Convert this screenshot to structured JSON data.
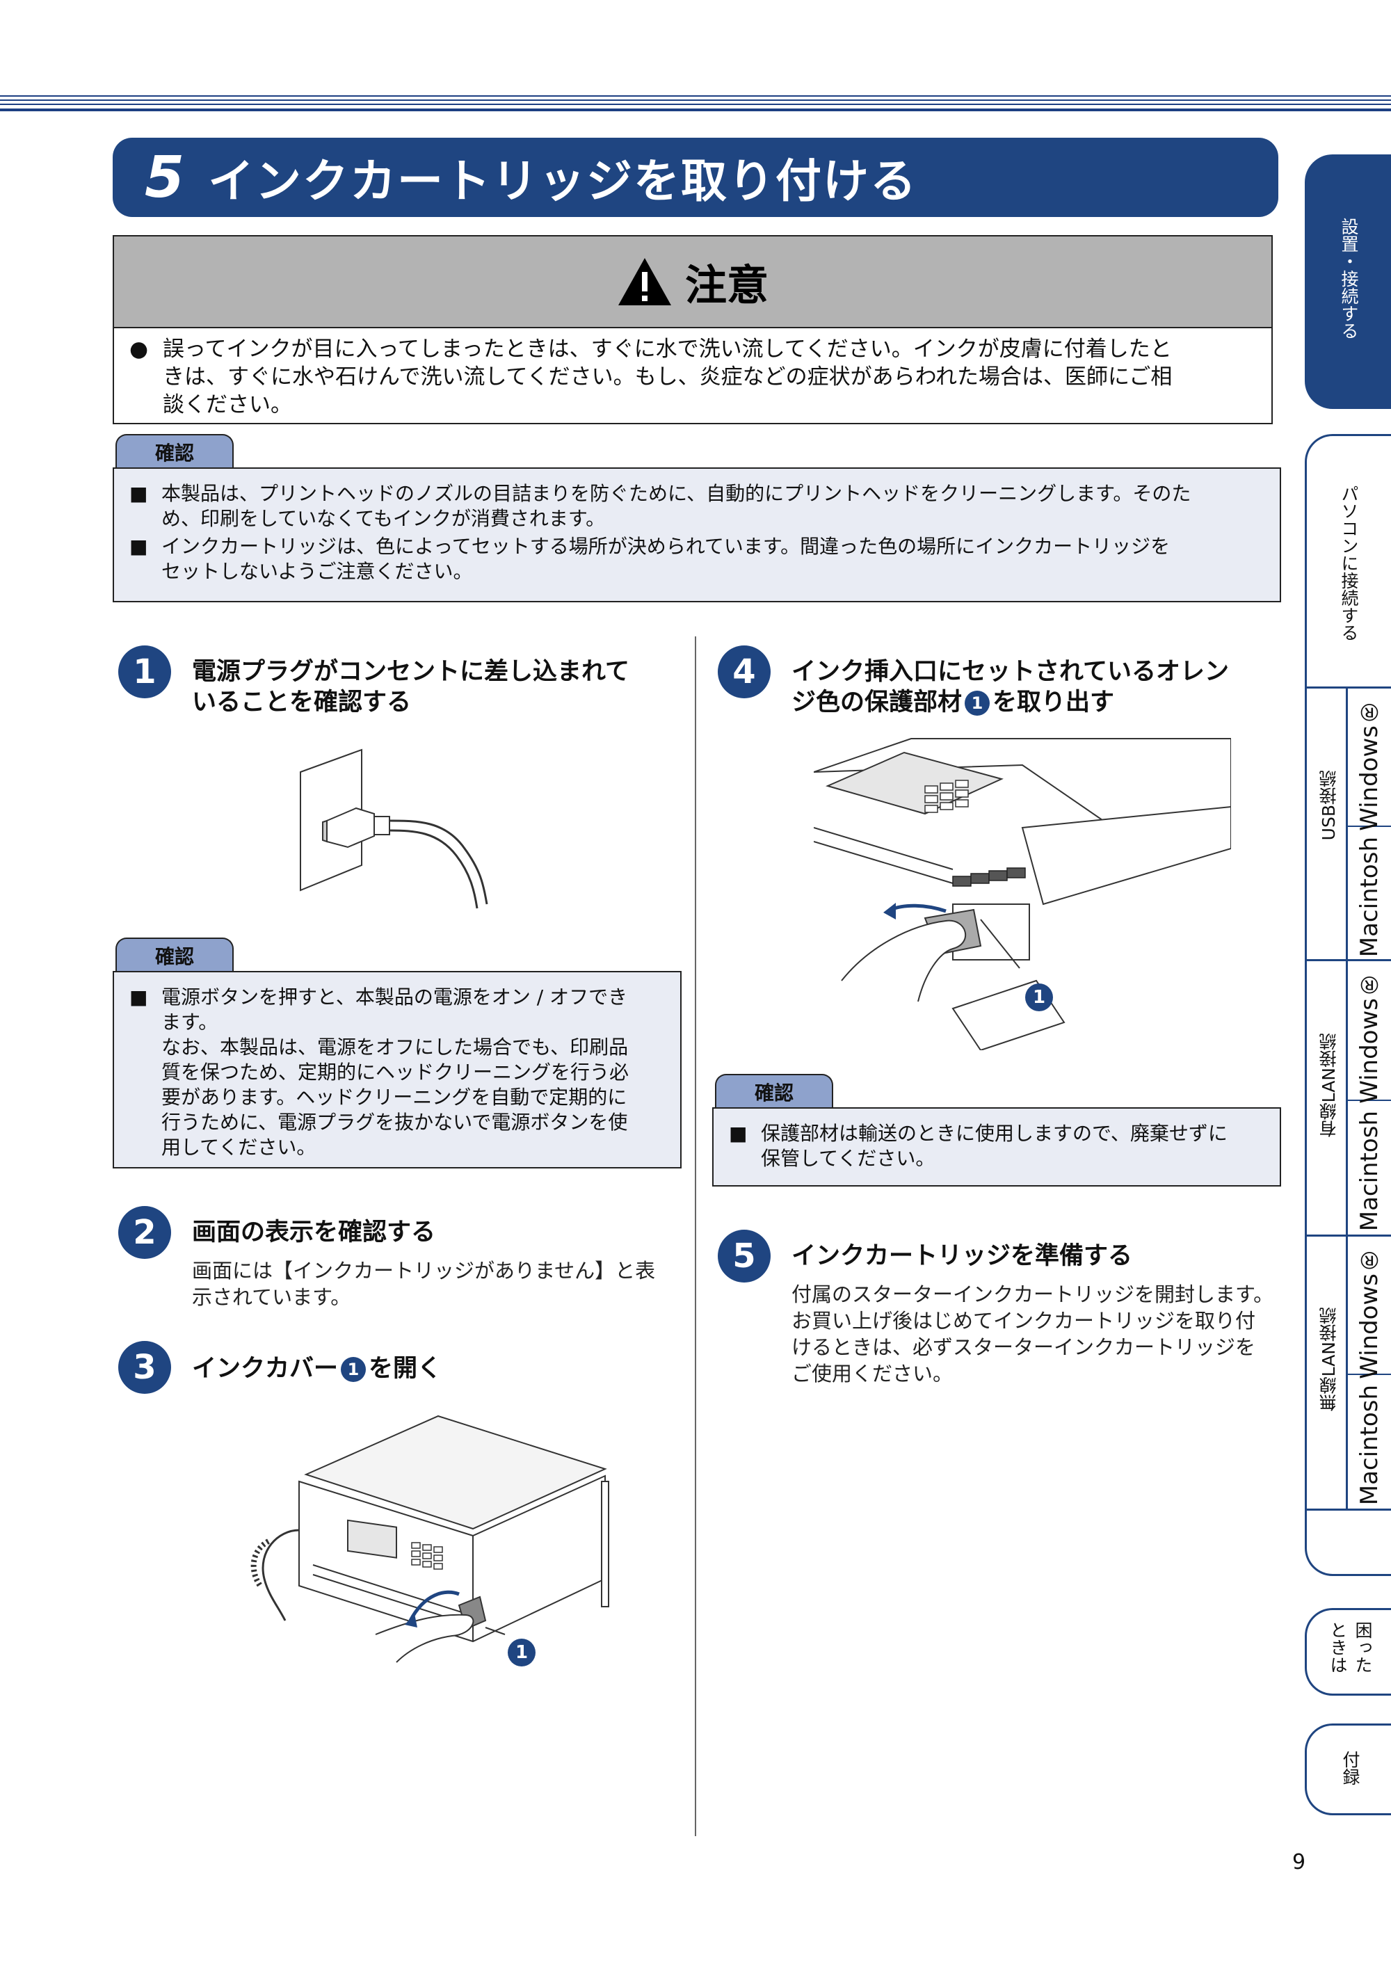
{
  "title": {
    "number": "5",
    "text": "インクカートリッジを取り付ける"
  },
  "caution": {
    "title": "注意",
    "bullet": "●",
    "lines": [
      "誤ってインクが目に入ってしまったときは、すぐに水で洗い流してください。インクが皮膚に付着したと",
      "きは、すぐに水や石けんで洗い流してください。もし、炎症などの症状があらわれた場合は、医師にご相",
      "談ください。"
    ]
  },
  "check_top": {
    "label": "確認",
    "bullet": "■",
    "items": [
      {
        "lines": [
          "本製品は、プリントヘッドのノズルの目詰まりを防ぐために、自動的にプリントヘッドをクリーニングします。そのた",
          "め、印刷をしていなくてもインクが消費されます。"
        ]
      },
      {
        "lines": [
          "インクカートリッジは、色によってセットする場所が決められています。間違った色の場所にインクカートリッジを",
          "セットしないようご注意ください。"
        ]
      }
    ]
  },
  "steps": {
    "s1": {
      "num": "1",
      "title_lines": [
        "電源プラグがコンセントに差し込まれて",
        "いることを確認する"
      ]
    },
    "check1": {
      "label": "確認",
      "bullet": "■",
      "lines": [
        "電源ボタンを押すと、本製品の電源をオン / オフでき",
        "ます。",
        "なお、本製品は、電源をオフにした場合でも、印刷品",
        "質を保つため、定期的にヘッドクリーニングを行う必",
        "要があります。ヘッドクリーニングを自動で定期的に",
        "行うために、電源プラグを抜かないで電源ボタンを使",
        "用してください。"
      ]
    },
    "s2": {
      "num": "2",
      "title": "画面の表示を確認する",
      "desc_lines": [
        "画面には【インクカートリッジがありません】と表",
        "示されています。"
      ]
    },
    "s3": {
      "num": "3",
      "title_pre": "インクカバー",
      "title_circ": "1",
      "title_post": "を開く",
      "callout": "1"
    },
    "s4": {
      "num": "4",
      "title_line1": "インク挿入口にセットされているオレン",
      "title_pre": "ジ色の保護部材",
      "title_circ": "1",
      "title_post": "を取り出す",
      "callout": "1"
    },
    "check4": {
      "label": "確認",
      "bullet": "■",
      "lines": [
        "保護部材は輸送のときに使用しますので、廃棄せずに",
        "保管してください。"
      ]
    },
    "s5": {
      "num": "5",
      "title": "インクカートリッジを準備する",
      "desc_lines": [
        "付属のスターターインクカートリッジを開封します。",
        "お買い上げ後はじめてインクカートリッジを取り付",
        "けるときは、必ずスターターインクカートリッジを",
        "ご使用ください。"
      ]
    }
  },
  "side_tabs": {
    "setup": "設置・接続する",
    "pc_connect": "パソコンに接続する",
    "usb": {
      "label": "USB接続",
      "win": "Windows®",
      "mac": "Macintosh"
    },
    "wired": {
      "label": "有線LAN接続",
      "win": "Windows®",
      "mac": "Macintosh"
    },
    "wireless": {
      "label": "無線LAN接続",
      "win": "Windows®",
      "mac": "Macintosh"
    },
    "trouble": "困ったときは",
    "appendix": "付録"
  },
  "page_number": "9",
  "colors": {
    "accent": "#1f4581",
    "check_tab": "#8ea2cc",
    "check_bg": "#e9ecf4",
    "caution_head": "#b3b3b3"
  }
}
